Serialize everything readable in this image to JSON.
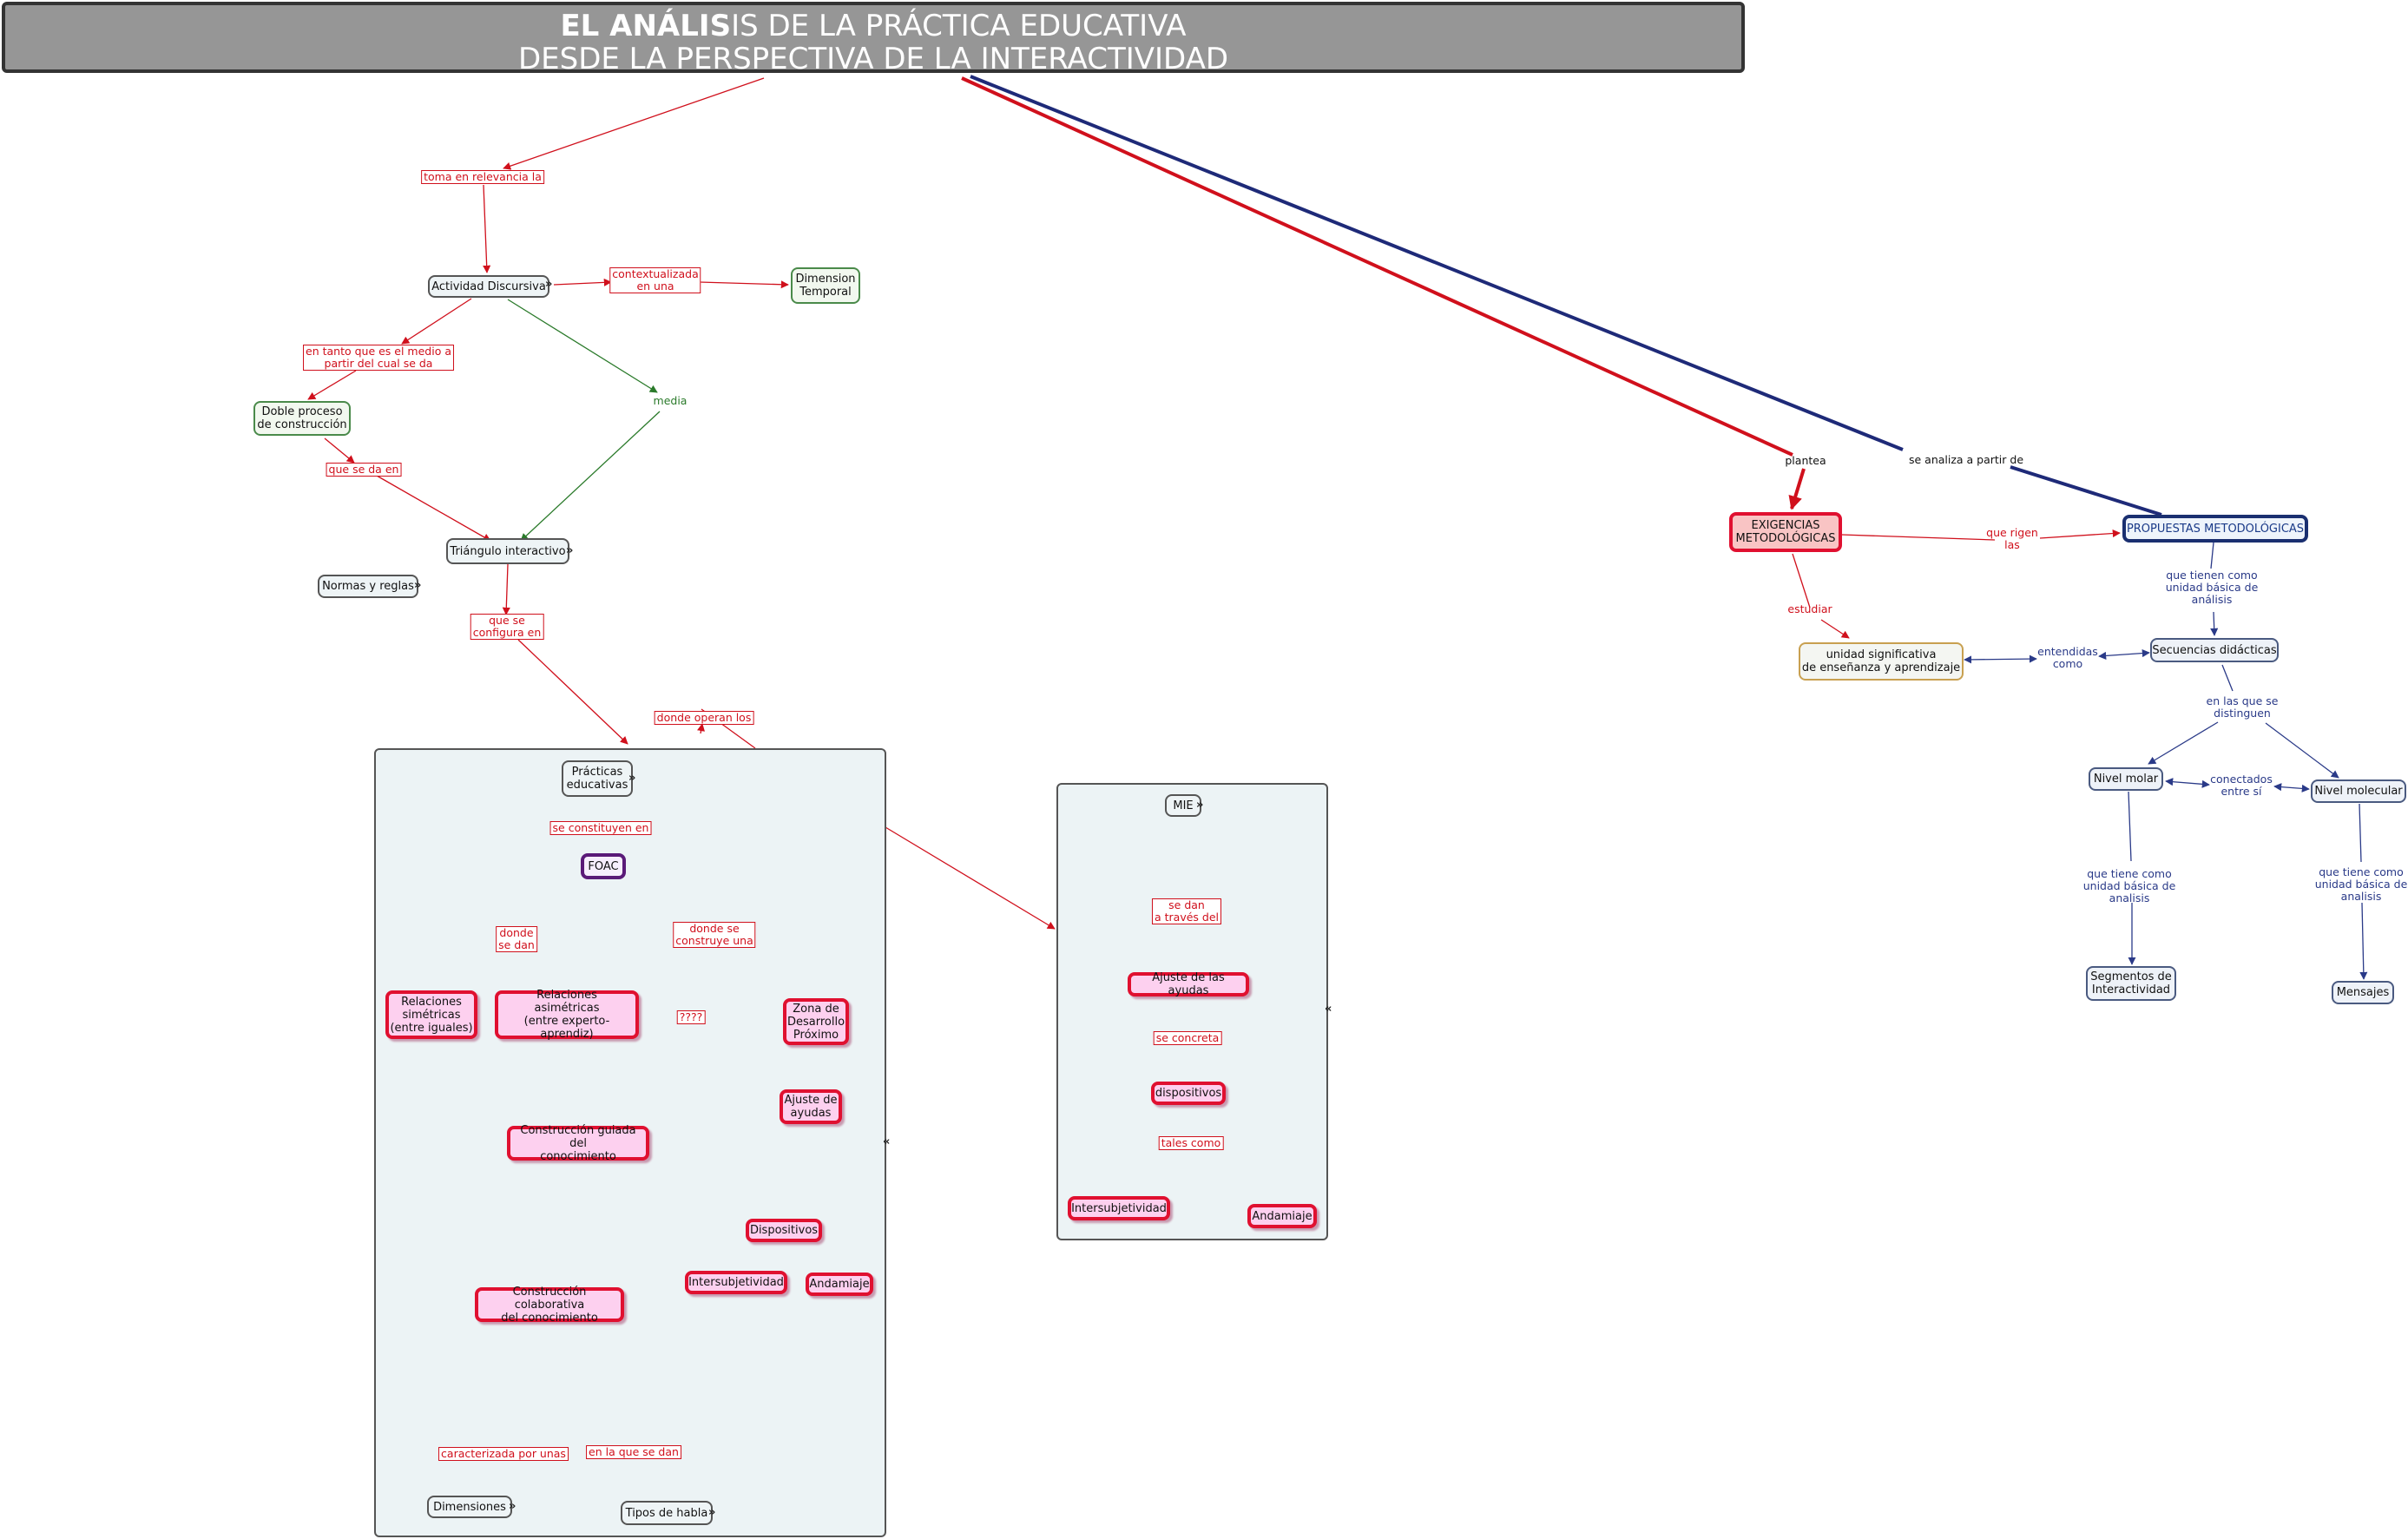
{
  "title": {
    "bold": "EL ANÁLIS",
    "rest": "IS DE LA PRÁCTICA EDUCATIVA",
    "line2": "DESDE LA PERSPECTIVA DE LA INTERACTIVIDAD"
  },
  "colors": {
    "red": "#d0101c",
    "green": "#2a7a2a",
    "blue": "#2a3a88",
    "pink_fill": "#fdd0ef",
    "panel": "#ecf3f5",
    "title_bg": "#969696"
  },
  "icons": {
    "expand": "»",
    "collapse": "«"
  },
  "nodes": {
    "actividad": "Actividad Discursiva",
    "dimension_temporal": "Dimension\nTemporal",
    "doble_proceso": "Doble proceso\nde construcción",
    "triangulo": "Triángulo interactivo",
    "normas": "Normas y reglas",
    "practicas": "Prácticas\neducativas",
    "foac": "FOAC",
    "rel_simetricas": "Relaciones\nsimétricas\n(entre iguales)",
    "rel_asimetricas": "Relaciones\nasimétricas\n(entre experto-aprendiz)",
    "zdp": "Zona de\nDesarrollo\nPróximo",
    "ajuste_ayudas_left": "Ajuste de\nayudas",
    "construccion_guiada": "Construcción guiada del\nconocimiento",
    "dispositivos_left": "Dispositivos",
    "intersubjetividad_left": "Intersubjetividad",
    "andamiaje_left": "Andamiaje",
    "construccion_colaborativa": "Construcción colaborativa\ndel conocimiento",
    "dimensiones": "Dimensiones",
    "tipos_habla": "Tipos de habla",
    "mie": "MIE",
    "ajuste_ayudas_right": "Ajuste de las ayudas",
    "dispositivos_right": "dispositivos",
    "intersubjetividad_right": "Intersubjetividad",
    "andamiaje_right": "Andamiaje",
    "exigencias": "EXIGENCIAS\nMETODOLÓGICAS",
    "propuestas": "PROPUESTAS METODOLÓGICAS",
    "unidad": "unidad  significativa\nde enseñanza y aprendizaje",
    "secuencias": "Secuencias didácticas",
    "nivel_molar": "Nivel molar",
    "nivel_molecular": "Nivel molecular",
    "segmentos": "Segmentos de\nInteractividad",
    "mensajes": "Mensajes"
  },
  "links": {
    "toma": "toma en relevancia la",
    "contextualizada": "contextualizada\nen una",
    "en_tanto": "en tanto que es el medio a\npartir del cual se da",
    "media": "media",
    "que_se_da_en": "que se da en",
    "que_se_configura": "que se\nconfigura en",
    "donde_operan": "donde operan los",
    "se_constituyen": "se constituyen en",
    "donde_se_dan": "donde\nse dan",
    "donde_se_construye": "donde se\nconstruye una",
    "q4": "????",
    "caracterizada": "caracterizada por unas",
    "en_la_que": "en la que se dan",
    "se_dan_traves": "se dan\na través del",
    "se_concreta": "se concreta",
    "tales_como": "tales como",
    "plantea": "plantea",
    "se_analiza": "se analiza a partir de",
    "que_rigen": "que rigen\nlas",
    "estudiar": "estudiar",
    "entendidas": "entendidas\ncomo",
    "que_tienen": "que tienen como\nunidad básica de\nanálisis",
    "en_las_que": "en las que se\ndistinguen",
    "conectados": "conectados\nentre sí",
    "que_tiene_molar": "que tiene como\nunidad básica de\nanalisis",
    "que_tiene_molecular": "que tiene como\nunidad básica de\nanalisis"
  }
}
